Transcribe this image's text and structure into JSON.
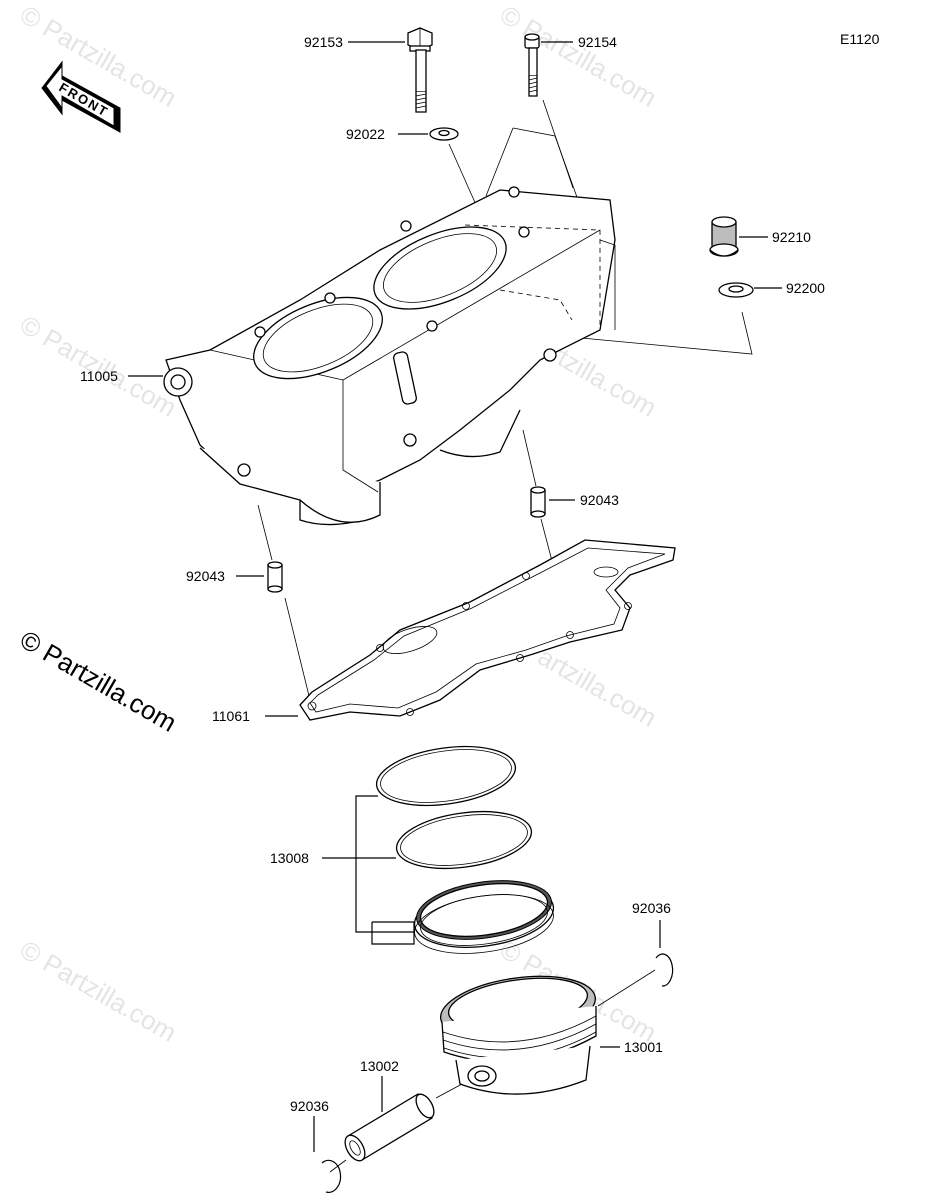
{
  "diagram": {
    "code": "E1120",
    "direction_label": "FRONT",
    "watermark": "© Partzilla.com",
    "watermark_main": "© Partzilla.com",
    "labels": {
      "p92153": "92153",
      "p92154": "92154",
      "p92022": "92022",
      "p92210": "92210",
      "p92200": "92200",
      "p11005": "11005",
      "p92043_right": "92043",
      "p92043_left": "92043",
      "p11061": "11061",
      "p13008": "13008",
      "p92036_top": "92036",
      "p13001": "13001",
      "p13002": "13002",
      "p92036_bottom": "92036"
    }
  }
}
